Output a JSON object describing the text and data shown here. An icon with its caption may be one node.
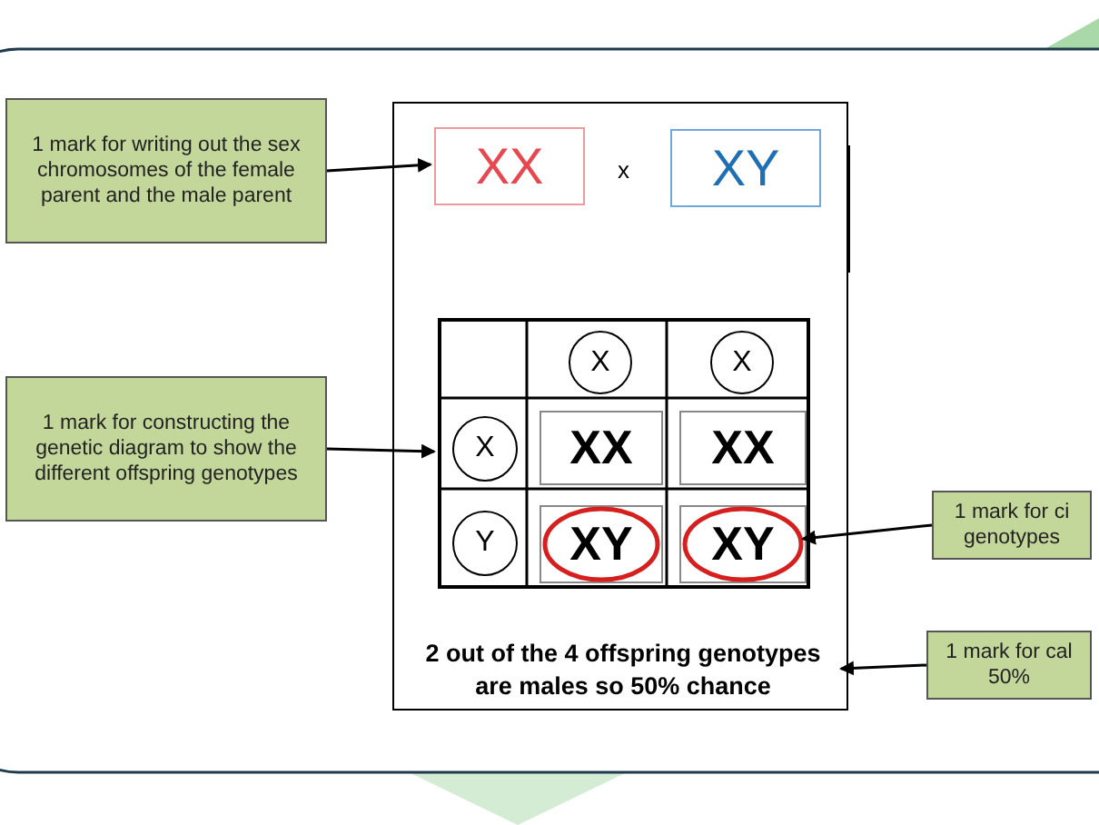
{
  "diagram": {
    "nodes": [
      {
        "text": [
          "1 mark for writing out the sex chromosomes of the female parent and the male parent"
        ]
      },
      {
        "text": [
          "1 mark for constructing the genetic diagram to show the different offspring genotypes"
        ]
      },
      {
        "text": [
          "1 mark for ci genotypes"
        ]
      },
      {
        "text": [
          "1 mark for cal 50%"
        ]
      },
      {
        "text": [],
        "shape": "box"
      },
      {
        "text": [
          "XX"
        ],
        "in": 4
      },
      {
        "text": [
          "XY"
        ],
        "in": 4
      },
      {
        "text": [],
        "shape": "box",
        "in": 4
      },
      {
        "text": [
          "X"
        ],
        "in": 7
      },
      {
        "text": [
          "X"
        ],
        "in": 7
      },
      {
        "text": [
          "X"
        ],
        "in": 7
      },
      {
        "text": [
          "XX"
        ],
        "in": 7
      },
      {
        "text": [
          "XX"
        ],
        "in": 7
      },
      {
        "text": [
          "Y"
        ],
        "in": 7
      },
      {
        "text": [
          "XY"
        ],
        "in": 7
      },
      {
        "text": [
          "XY"
        ],
        "in": 7
      },
      {
        "text": [
          "2 out of the 4 offspring genotypes are males so 50% chance"
        ],
        "in": 4
      }
    ],
    "edges": [
      {
        "from": 0,
        "to": 5,
        "arrow": "to"
      },
      {
        "from": 1,
        "to": 7,
        "arrow": "to"
      },
      {
        "from": 2,
        "to": 15,
        "arrow": "to"
      },
      {
        "from": 3,
        "to": 16,
        "arrow": "to"
      }
    ],
    "labels": [
      "x"
    ]
  }
}
